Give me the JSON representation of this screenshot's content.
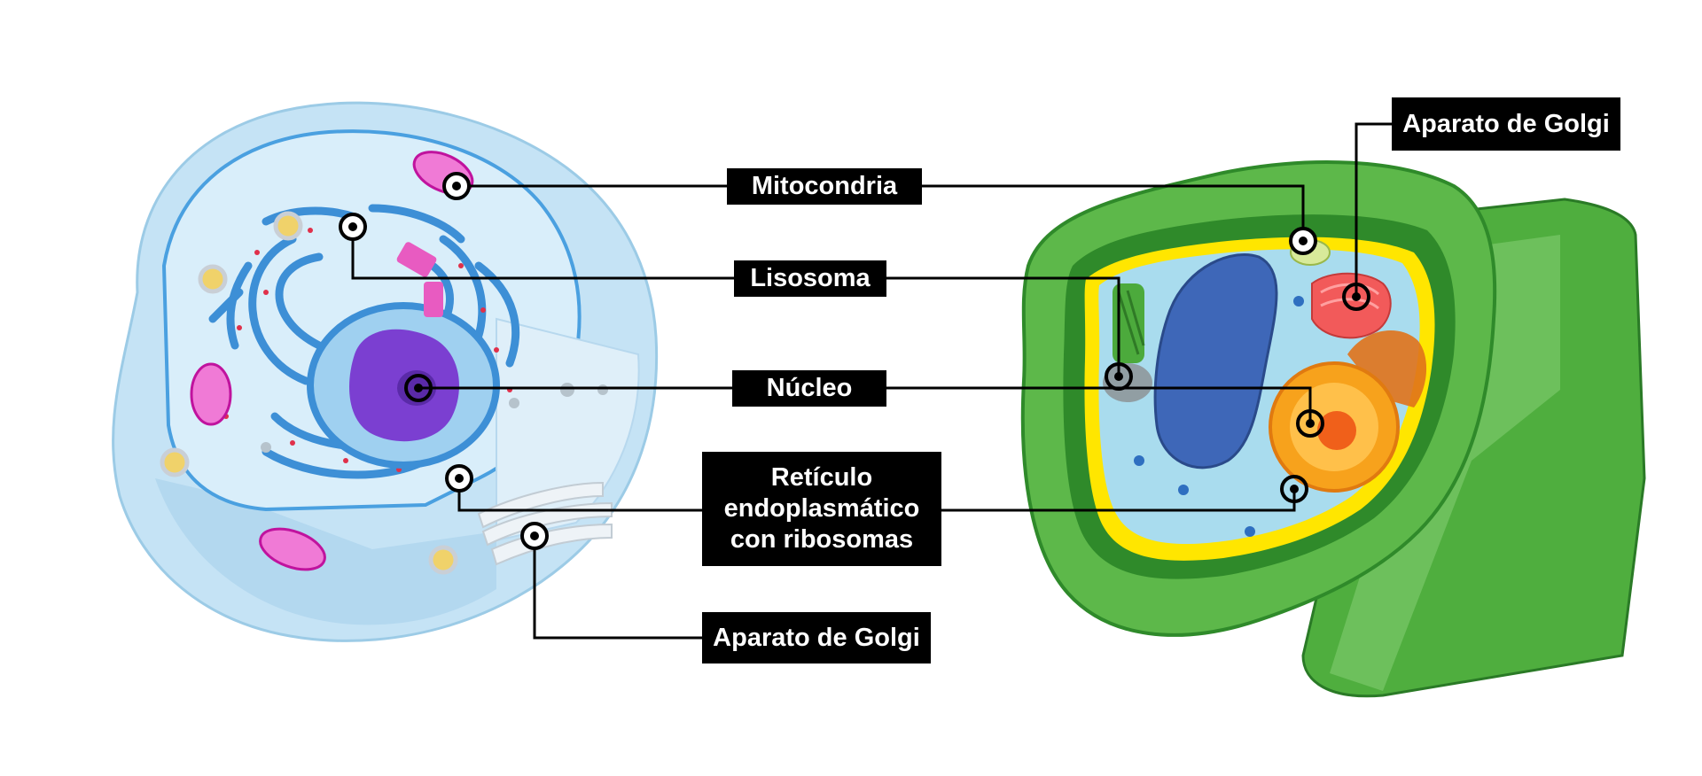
{
  "labels": {
    "mitocondria": "Mitocondria",
    "lisosoma": "Lisosoma",
    "nucleo": "Núcleo",
    "reticulo_line1": "Retículo",
    "reticulo_line2": "endoplasmático",
    "reticulo_line3": "con ribosomas",
    "golgi_animal": "Aparato de Golgi",
    "golgi_plant": "Aparato de Golgi"
  },
  "colors": {
    "label_background": "#000000",
    "label_text": "#ffffff",
    "leader_line": "#000000",
    "animal_cell_body": "#bfe0f4",
    "animal_cytoplasm": "#d6ecf8",
    "animal_nucleus": "#7b3fd1",
    "animal_er": "#3d8fd6",
    "animal_ribosome": "#e0304a",
    "animal_mitochondria": "#e23cbe",
    "plant_cell_wall": "#5db84a",
    "plant_wall_dark": "#2f8a2a",
    "plant_membrane": "#ffe600",
    "plant_cytoplasm": "#a9dcee",
    "plant_vacuole": "#3e67b8",
    "plant_nucleus": "#f7a21c",
    "plant_golgi": "#f25a5a"
  }
}
